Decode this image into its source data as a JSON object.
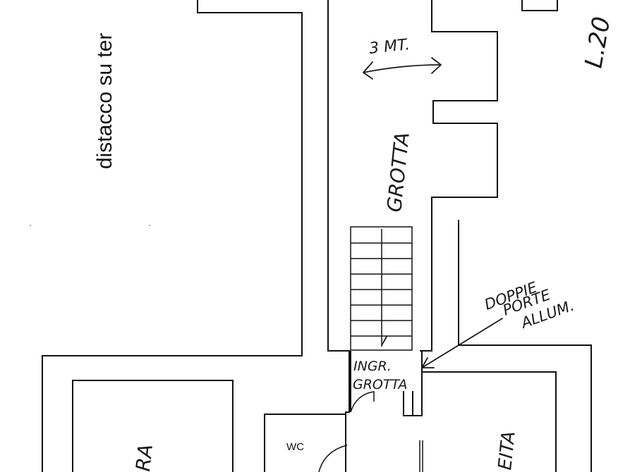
{
  "labels": {
    "distacco": "distacco su ter",
    "level": "L.20",
    "width_note": "3 MT.",
    "grotta_main": "GROTTA",
    "doors_line1": "DOPPIE",
    "doors_line2": "PORTE",
    "doors_line3": "ALLUM.",
    "entrance_line1": "INGR.",
    "entrance_line2": "GROTTA",
    "wc": "WC",
    "room_left_partial": "RA",
    "room_right_partial": "EITA"
  },
  "colors": {
    "ink": "#111111",
    "paper": "#ffffff"
  }
}
